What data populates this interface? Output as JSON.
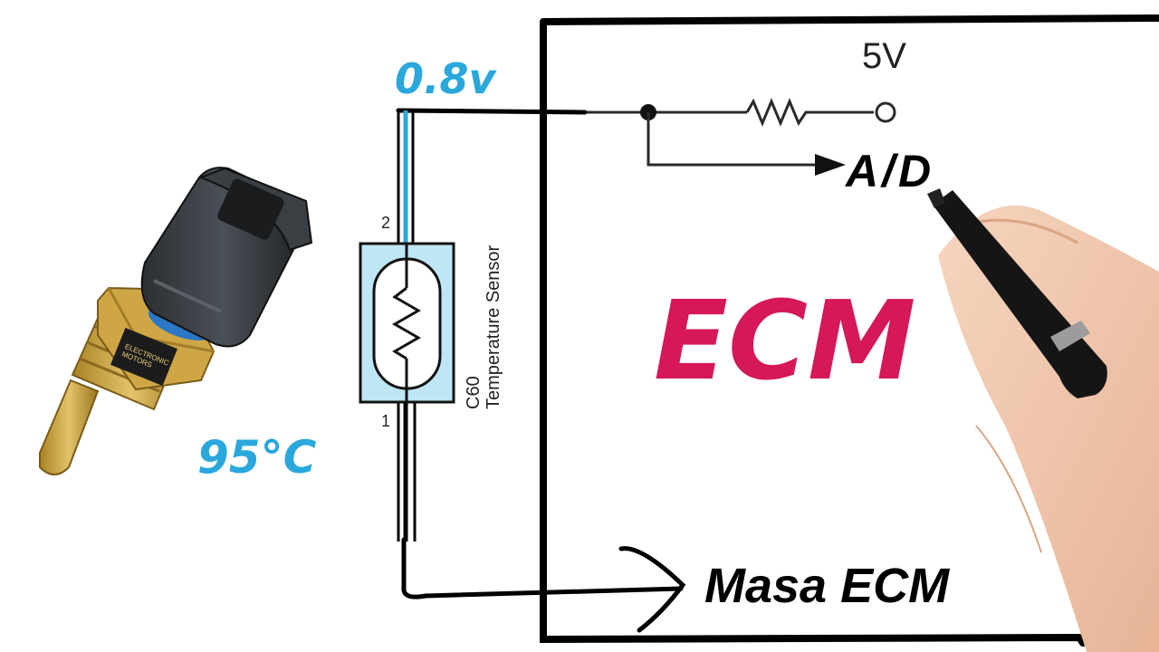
{
  "labels": {
    "voltage": "0.8v",
    "temperature": "95°C",
    "supply_voltage": "5V",
    "ad": "A/D",
    "ecm": "ECM",
    "ground": "Masa ECM",
    "pin_top": "2",
    "pin_bottom": "1",
    "sensor_code": "C60",
    "sensor_name": "Temperature Sensor",
    "sensor_body_text_1": "ELECTRONIC",
    "sensor_body_text_2": "MOTORS"
  },
  "colors": {
    "cyan": "#2aa8dc",
    "magenta": "#d6175a",
    "black": "#000000",
    "sensor_fill": "#bfe6f5",
    "skin": "#f1c8ac",
    "brass": "#c9a13f"
  },
  "icons": {
    "resistor": "resistor-icon",
    "thermistor": "thermistor-icon",
    "sensor": "coolant-temperature-sensor-icon",
    "hand": "hand-with-marker-icon"
  }
}
